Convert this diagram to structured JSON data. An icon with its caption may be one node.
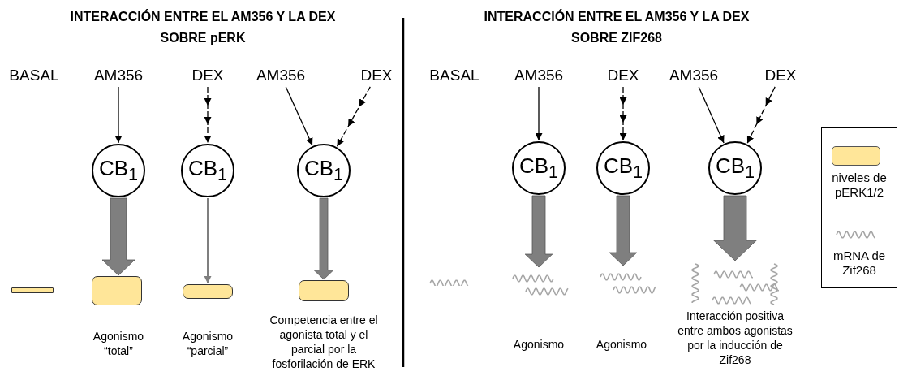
{
  "diagram": {
    "nodes": [
      {
        "text": [],
        "shape": "bar"
      },
      {
        "text": [
          "AM356"
        ]
      },
      {
        "text": [
          "CB$_{1}$"
        ]
      },
      {
        "text": [],
        "shape": "box",
        "beside": [
          "Agonismo “total”"
        ]
      },
      {
        "text": [
          "DEX"
        ]
      },
      {
        "text": [
          "CB$_{1}$"
        ]
      },
      {
        "text": [],
        "shape": "box",
        "beside": [
          "Agonismo “parcial”"
        ]
      },
      {
        "text": [
          "AM356"
        ]
      },
      {
        "text": [
          "DEX"
        ]
      },
      {
        "text": [
          "CB$_{1}$"
        ]
      },
      {
        "text": [],
        "shape": "box",
        "beside": [
          "Competencia entre el agonista total y el parcial por la fosforilación de ERK"
        ]
      },
      {
        "text": [],
        "shape": "picture"
      },
      {
        "text": [
          "AM356"
        ]
      },
      {
        "text": [
          "CB$_{1}$"
        ]
      },
      {
        "text": [],
        "shape": "picture",
        "beside": [
          "Agonismo"
        ]
      },
      {
        "text": [
          "DEX"
        ]
      },
      {
        "text": [
          "CB$_{1}$"
        ]
      },
      {
        "text": [],
        "shape": "picture",
        "beside": [
          "Agonismo"
        ]
      },
      {
        "text": [
          "AM356"
        ]
      },
      {
        "text": [
          "DEX"
        ]
      },
      {
        "text": [
          "CB$_{1}$"
        ]
      },
      {
        "text": [],
        "shape": "picture",
        "beside": [
          "Interacción positiva entre ambos agonistas por la inducción de Zif268"
        ]
      }
    ],
    "edges": [
      {
        "from": 1,
        "to": 2,
        "arrow": "to"
      },
      {
        "from": 2,
        "to": 3,
        "arrow": "to",
        "style": "thick",
        "color": "#7f7f7f"
      },
      {
        "from": 4,
        "to": 5,
        "arrow": "to",
        "style": "dashed"
      },
      {
        "from": 5,
        "to": 6,
        "arrow": "to",
        "color": "#7f7f7f"
      },
      {
        "from": 7,
        "to": 9,
        "arrow": "to"
      },
      {
        "from": 8,
        "to": 9,
        "arrow": "to",
        "style": "dashed"
      },
      {
        "from": 9,
        "to": 10,
        "arrow": "to",
        "style": "thick",
        "color": "#7f7f7f"
      },
      {
        "from": 12,
        "to": 13,
        "arrow": "to"
      },
      {
        "from": 13,
        "to": 14,
        "arrow": "to",
        "style": "thick",
        "color": "#7f7f7f"
      },
      {
        "from": 15,
        "to": 16,
        "arrow": "to",
        "style": "dashed"
      },
      {
        "from": 16,
        "to": 17,
        "arrow": "to",
        "style": "thick",
        "color": "#7f7f7f"
      },
      {
        "from": 18,
        "to": 20,
        "arrow": "to"
      },
      {
        "from": 19,
        "to": 20,
        "arrow": "to",
        "style": "dashed"
      },
      {
        "from": 20,
        "to": 21,
        "arrow": "to",
        "style": "thick",
        "color": "#7f7f7f"
      }
    ],
    "labels": [
      "INTERACCIÓN ENTRE EL AM356 Y LA DEX SOBRE pERK",
      "INTERACCIÓN ENTRE EL AM356 Y LA DEX SOBRE ZIF268",
      "BASAL",
      "BASAL"
    ],
    "legend": [
      {
        "text": "niveles de pERK1/2",
        "color": "#ffe699"
      },
      {
        "text": "mRNA de Zif268"
      }
    ]
  }
}
